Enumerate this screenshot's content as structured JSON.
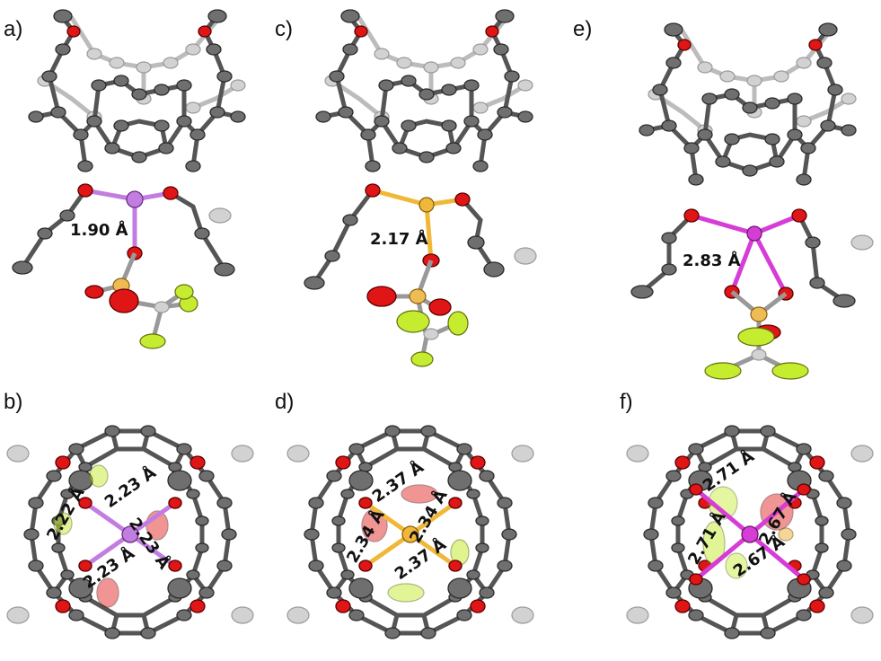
{
  "figure": {
    "panels": [
      {
        "id": "a",
        "label": "a)",
        "view": "side",
        "metal_color": "#c27de0",
        "anion": "triflate",
        "distances": [
          "1.90 Å"
        ]
      },
      {
        "id": "b",
        "label": "b)",
        "view": "top",
        "metal_color": "#c27de0",
        "distances": [
          "2.22 Å",
          "2.23 Å",
          "2.23 Å",
          "2.23 Å"
        ]
      },
      {
        "id": "c",
        "label": "c)",
        "view": "side",
        "metal_color": "#f0b838",
        "anion": "triflate",
        "distances": [
          "2.17 Å"
        ]
      },
      {
        "id": "d",
        "label": "d)",
        "view": "top",
        "metal_color": "#f0b838",
        "distances": [
          "2.37 Å",
          "2.34 Å",
          "2.34 Å",
          "2.37 Å"
        ]
      },
      {
        "id": "e",
        "label": "e)",
        "view": "side",
        "metal_color": "#d63cd6",
        "anion": "bidentate-triflate",
        "distances": [
          "2.83 Å"
        ]
      },
      {
        "id": "f",
        "label": "f)",
        "view": "top",
        "metal_color": "#d63cd6",
        "distances": [
          "2.71 Å",
          "2.67 Å",
          "2.71 Å",
          "2.67 Å"
        ]
      }
    ]
  },
  "colors": {
    "carbon": "#6f6f6f",
    "carbon_far": "#d2d2d2",
    "oxygen": "#e01515",
    "fluorine": "#c6ec2f",
    "sulfur": "#efbb55"
  }
}
